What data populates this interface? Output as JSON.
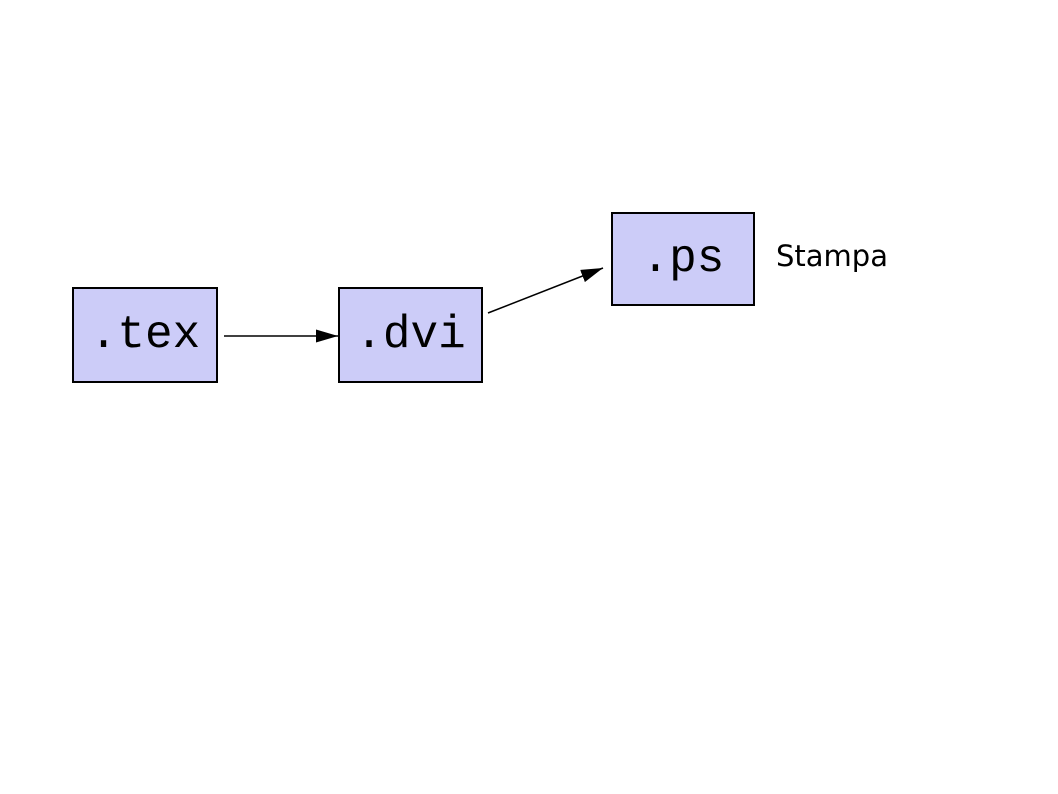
{
  "diagram": {
    "colors": {
      "background": "#ffffff",
      "node_fill": "#ccccf8",
      "node_border": "#000000",
      "edge": "#000000",
      "text": "#000000"
    },
    "nodes": [
      {
        "id": "tex",
        "label": ".tex"
      },
      {
        "id": "dvi",
        "label": ".dvi"
      },
      {
        "id": "ps",
        "label": ".ps"
      }
    ],
    "edges": [
      {
        "from": "tex",
        "to": "dvi"
      },
      {
        "from": "dvi",
        "to": "ps"
      }
    ],
    "annotation": {
      "label": "Stampa"
    }
  }
}
